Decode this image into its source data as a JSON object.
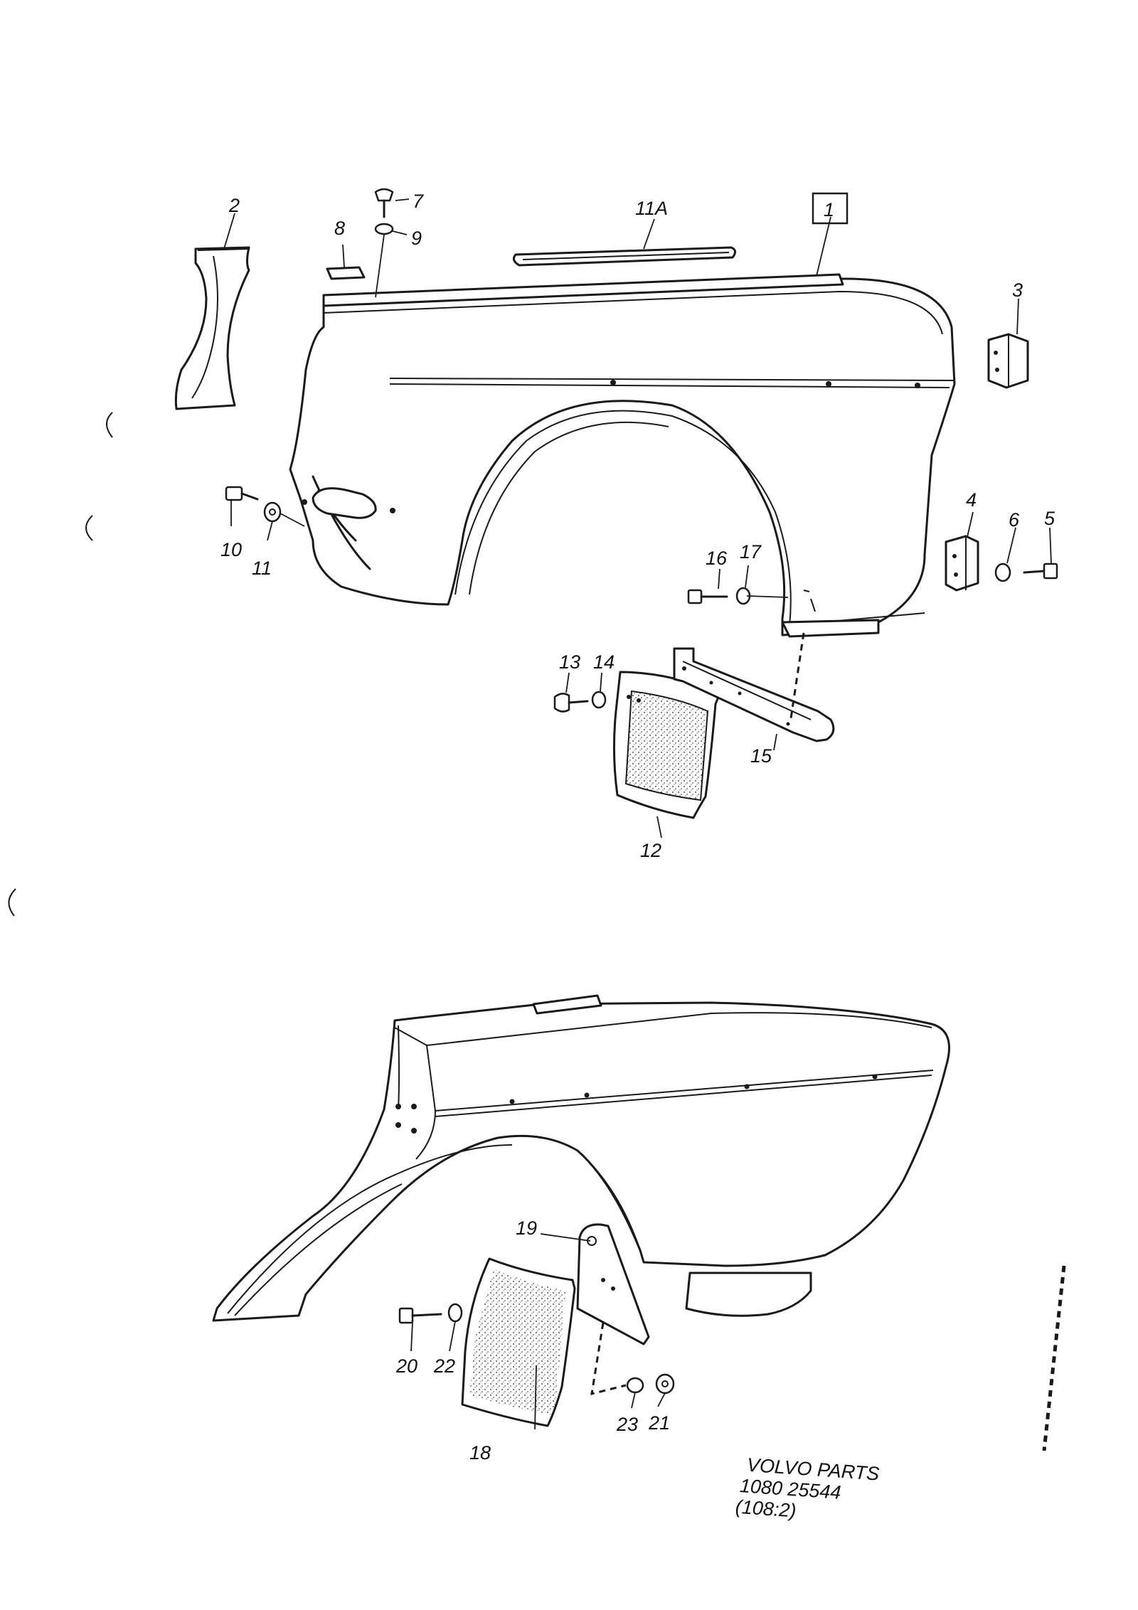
{
  "callouts": {
    "c1": "1",
    "c2": "2",
    "c3": "3",
    "c4": "4",
    "c5": "5",
    "c6": "6",
    "c7": "7",
    "c8": "8",
    "c9": "9",
    "c10": "10",
    "c11": "11",
    "c11a": "11A",
    "c12": "12",
    "c13": "13",
    "c14": "14",
    "c15": "15",
    "c16": "16",
    "c17": "17",
    "c18": "18",
    "c19": "19",
    "c20": "20",
    "c21": "21",
    "c22": "22",
    "c23": "23"
  },
  "footer": {
    "line1": "VOLVO PARTS",
    "line2": "1080 25544",
    "line3": "(108:2)"
  },
  "colors": {
    "ink": "#1a1a1a",
    "paper": "#ffffff"
  }
}
